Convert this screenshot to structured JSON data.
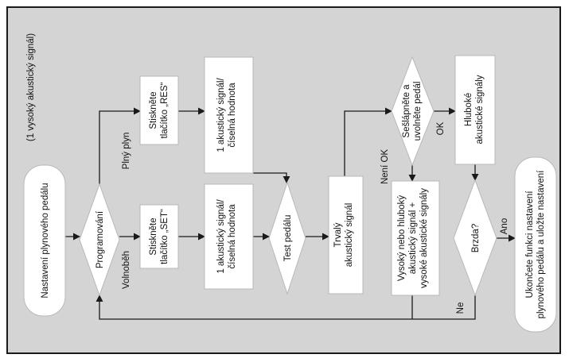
{
  "diagram": {
    "header_note": "(1 vysoký akustický signál)",
    "nodes": {
      "start": [
        "Nastavení plynového pedálu"
      ],
      "programming": [
        "Programování"
      ],
      "press_res": [
        "Stiskněte",
        "tlačítko „RES“"
      ],
      "press_set": [
        "Stiskněte",
        "tlačítko „SET“"
      ],
      "signal_top": [
        "1 akustický signál/",
        "číselná hodnota"
      ],
      "signal_bottom": [
        "1 akustický signál/",
        "číselná hodnota"
      ],
      "pedal_test": [
        "Test pedálu"
      ],
      "continuous_signal": [
        "Trvalý",
        "akustický signál"
      ],
      "press_release": [
        "Sešlápněte a",
        "uvolněte pedál"
      ],
      "deep_signals": [
        "Hluboké",
        "akustické signály"
      ],
      "high_or_deep": [
        "Vysoký nebo hluboký",
        "akustický signál +",
        "vysoké akustické signály"
      ],
      "brake": [
        "Brzda?"
      ],
      "end": [
        "Ukončete funkci nastavení",
        "plynového pedálu a uložte nastavení"
      ]
    },
    "edge_labels": {
      "full_throttle": "Plný plyn",
      "idle": "Volnoběh",
      "not_ok": "Není OK",
      "ok": "OK",
      "yes": "Ano",
      "no": "Ne"
    }
  }
}
